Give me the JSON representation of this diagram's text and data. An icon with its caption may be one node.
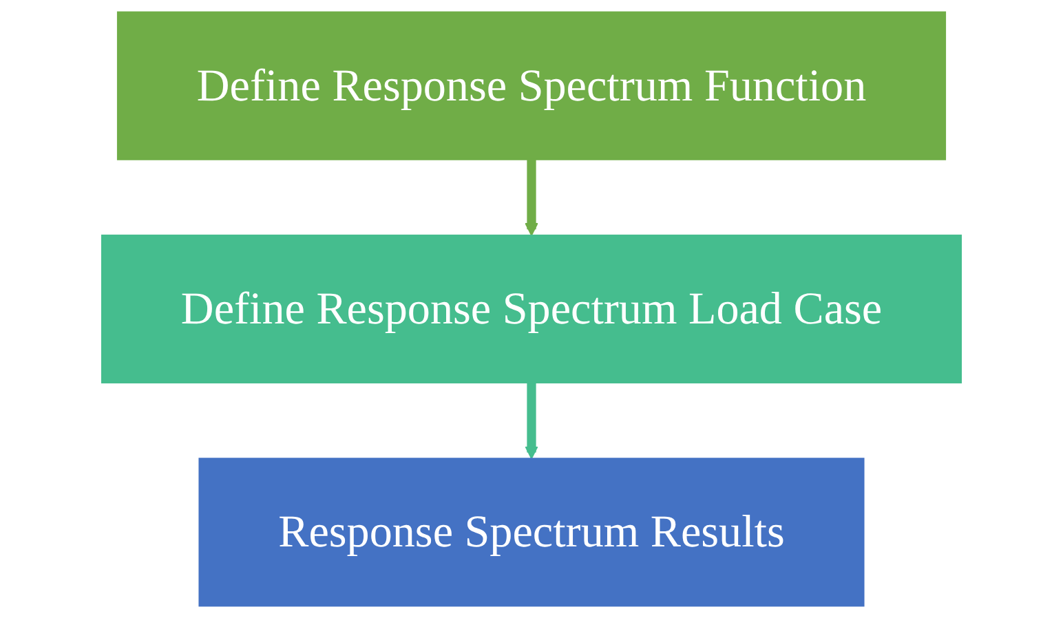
{
  "diagram": {
    "nodes": [
      {
        "text": [
          "Define Response Spectrum Function"
        ]
      },
      {
        "text": [
          "Define Response Spectrum Load Case"
        ]
      },
      {
        "text": [
          "Response Spectrum Results"
        ]
      }
    ],
    "edges": [
      {
        "from": 0,
        "to": 1,
        "arrow": "to",
        "color": "#70ad47"
      },
      {
        "from": 1,
        "to": 2,
        "arrow": "to",
        "color": "#45bd8e"
      }
    ]
  }
}
